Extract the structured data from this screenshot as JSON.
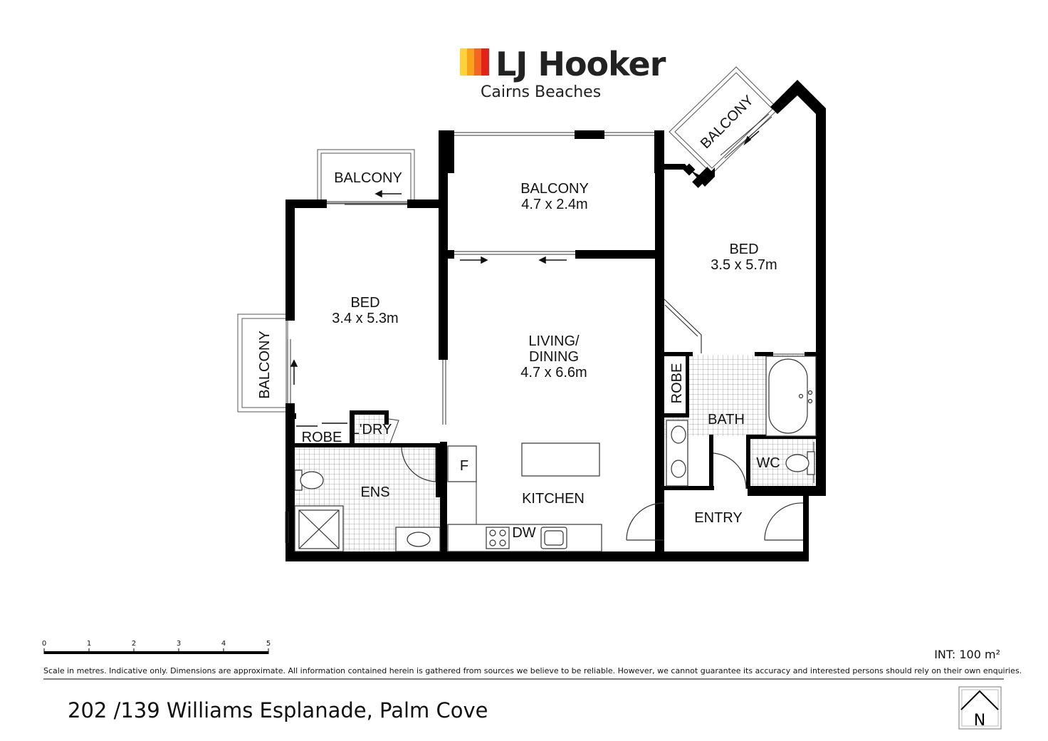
{
  "brand": {
    "name": "LJ Hooker",
    "office": "Cairns Beaches",
    "colors": {
      "stripe_1": "#FDD23A",
      "stripe_2": "#F9A21B",
      "stripe_3": "#F26522",
      "stripe_4": "#E2231A",
      "text": "#222222"
    }
  },
  "rooms": {
    "balcony_left_top": {
      "name": "BALCONY"
    },
    "balcony_main": {
      "name": "BALCONY",
      "size": "4.7 x 2.4m"
    },
    "balcony_right": {
      "name": "BALCONY"
    },
    "balcony_left_side": {
      "name": "BALCONY"
    },
    "bed_left": {
      "name": "BED",
      "size": "3.4 x 5.3m"
    },
    "bed_right": {
      "name": "BED",
      "size": "3.5 x 5.7m"
    },
    "living": {
      "name_line1": "LIVING/",
      "name_line2": "DINING",
      "size": "4.7 x 6.6m"
    },
    "robe_left": {
      "name": "ROBE"
    },
    "laundry": {
      "name": "L'DRY"
    },
    "robe_right": {
      "name": "ROBE"
    },
    "bath": {
      "name": "BATH"
    },
    "wc": {
      "name": "WC"
    },
    "ens": {
      "name": "ENS"
    },
    "kitchen": {
      "name": "KITCHEN"
    },
    "fridge": {
      "name": "F"
    },
    "dishwasher": {
      "name": "DW"
    },
    "entry": {
      "name": "ENTRY"
    }
  },
  "scale": {
    "ticks": [
      "0",
      "1",
      "2",
      "3",
      "4",
      "5"
    ],
    "disclaimer": "Scale in metres. Indicative only. Dimensions are approximate. All information contained herein is gathered from sources we believe to be reliable. However, we cannot guarantee its accuracy and interested persons should rely on their own enquiries."
  },
  "area": "INT: 100 m²",
  "address": "202 /139 Williams Esplanade, Palm Cove",
  "compass": {
    "label": "N",
    "icon": "north-arrow-icon"
  }
}
